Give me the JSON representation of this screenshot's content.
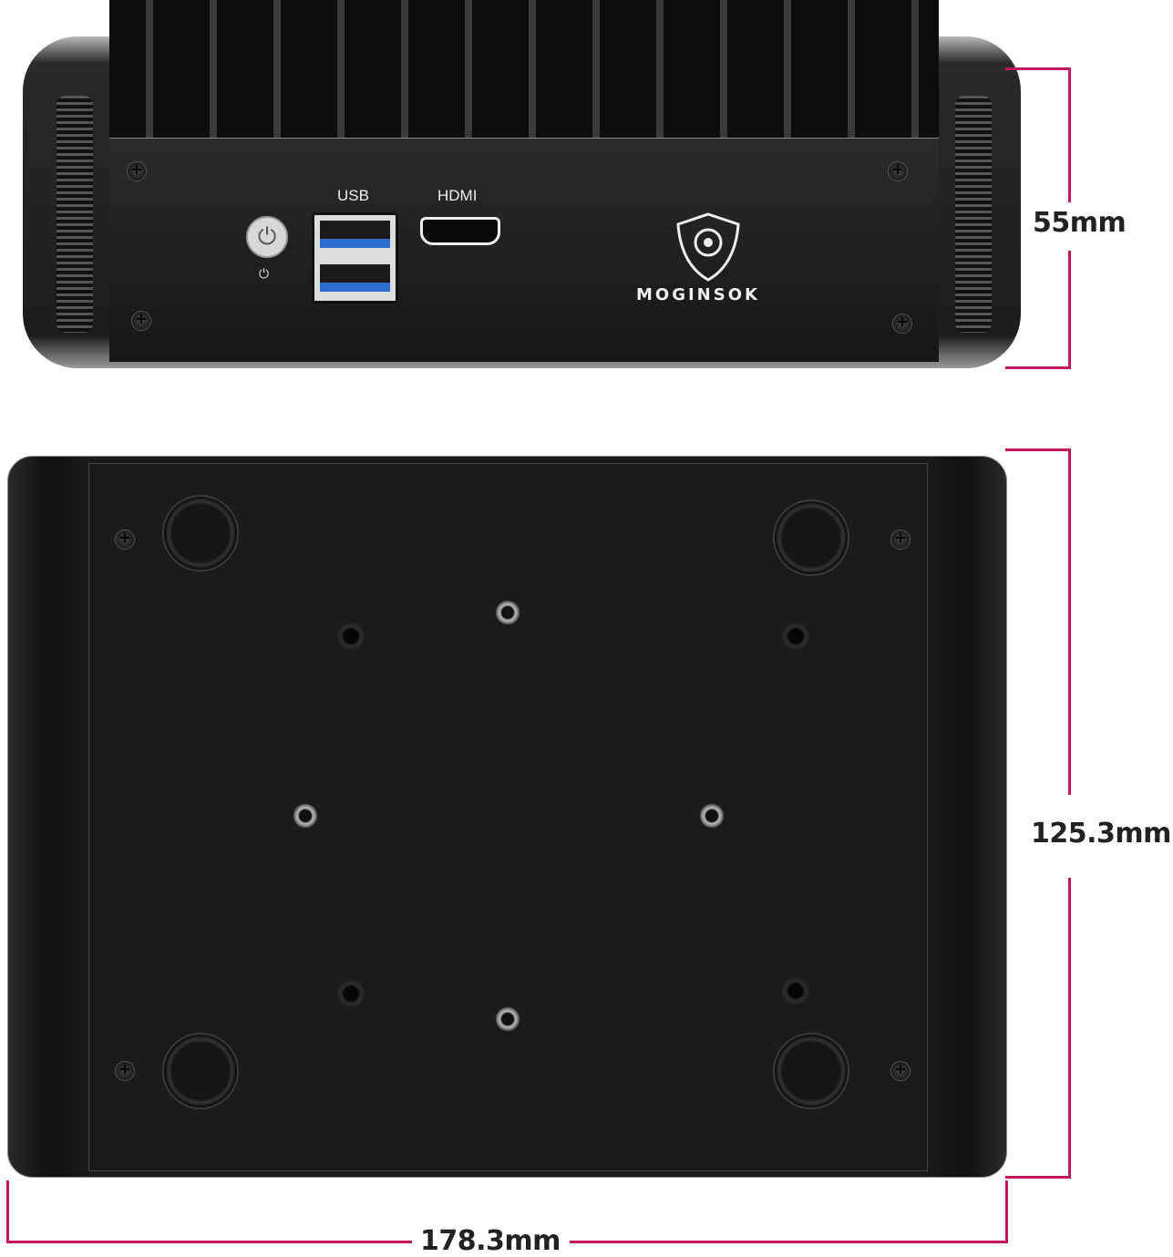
{
  "front_view": {
    "usb_label": "USB",
    "hdmi_label": "HDMI",
    "brand": "MOGINSOK"
  },
  "dimensions": {
    "height": "55mm",
    "depth": "125.3mm",
    "width": "178.3mm",
    "line_color": "#c2185b"
  }
}
